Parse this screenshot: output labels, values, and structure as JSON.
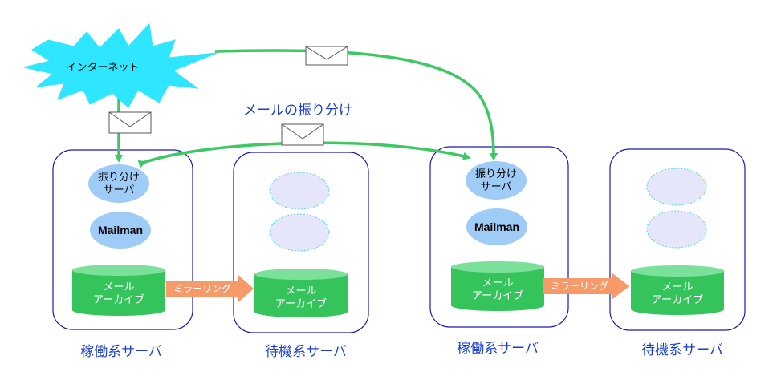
{
  "internet": {
    "label": "インターネット"
  },
  "mail_routing": {
    "label": "メールの振り分け"
  },
  "servers": [
    {
      "role_label": "稼働系サーバ",
      "router_line1": "振り分け",
      "router_line2": "サーバ",
      "mailman_label": "Mailman",
      "archive_line1": "メール",
      "archive_line2": "アーカイブ"
    },
    {
      "role_label": "待機系サーバ",
      "archive_line1": "メール",
      "archive_line2": "アーカイブ"
    },
    {
      "role_label": "稼働系サーバ",
      "router_line1": "振り分け",
      "router_line2": "サーバ",
      "mailman_label": "Mailman",
      "archive_line1": "メール",
      "archive_line2": "アーカイブ"
    },
    {
      "role_label": "待機系サーバ",
      "archive_line1": "メール",
      "archive_line2": "アーカイブ"
    }
  ],
  "mirroring": [
    {
      "label": "ミラーリング"
    },
    {
      "label": "ミラーリング"
    }
  ],
  "colors": {
    "flow_arrow": "#3cc863",
    "server_border": "#1a1ab0",
    "router_fill": "#9fcbf7",
    "standby_fill": "#e6e6fb",
    "archive_fill": "#35c45c",
    "mirror_arrow": "#f79a6a",
    "cloud_fill": "#2ee6ff"
  },
  "icons": [
    "envelope-icon",
    "starburst-cloud"
  ]
}
